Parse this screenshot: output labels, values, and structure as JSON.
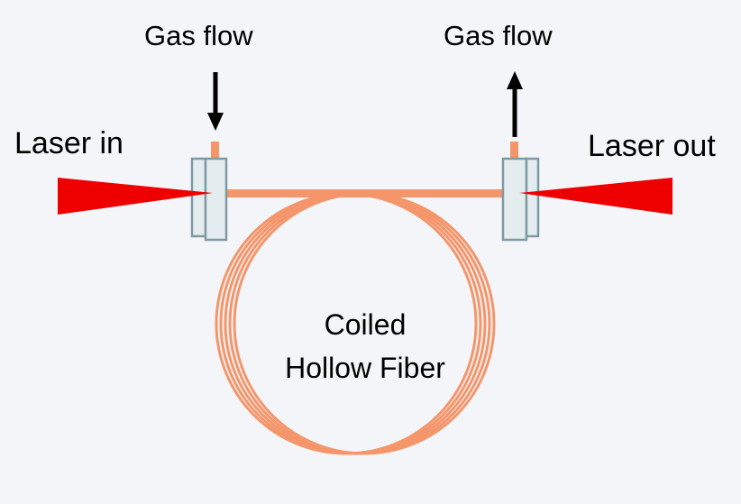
{
  "labels": {
    "gas_flow_in": "Gas flow",
    "gas_flow_out": "Gas flow",
    "laser_in": "Laser in",
    "laser_out": "Laser out",
    "coil_line1": "Coiled",
    "coil_line2": "Hollow Fiber"
  },
  "colors": {
    "background": "#f3f5f8",
    "fiber": "#f4956a",
    "laser": "#ee0000",
    "window_fill": "#e4ecef",
    "window_stroke": "#7e9aa3",
    "arrow": "#000000"
  },
  "coil": {
    "turns": 5
  }
}
